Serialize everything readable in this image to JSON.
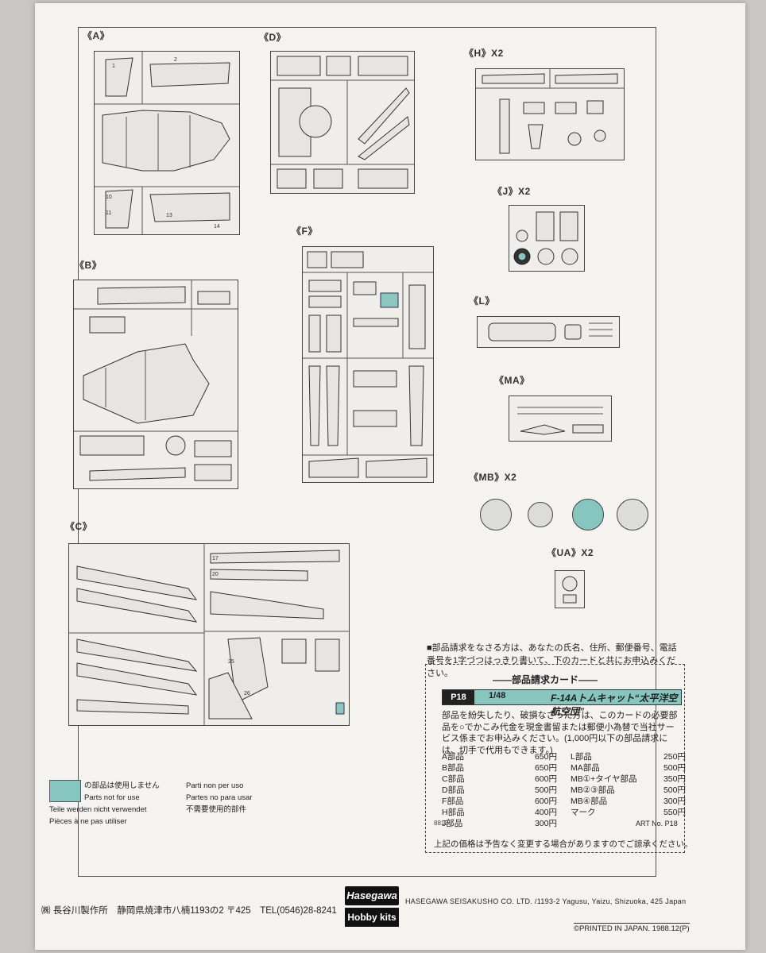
{
  "sections": {
    "A": "《A》",
    "B": "《B》",
    "C": "《C》",
    "D": "《D》",
    "F": "《F》",
    "H": "《H》X2",
    "J": "《J》X2",
    "L": "《L》",
    "MA": "《MA》",
    "MB": "《MB》X2",
    "UA": "《UA》X2"
  },
  "legend": {
    "jp_left": "の部品は使用しません",
    "en": "Parts not for use",
    "de": "Teile werden nicht verwendet",
    "fr": "Pièces à ne pas utiliser",
    "it": "Parti non per uso",
    "es": "Partes no para usar",
    "cn": "不需要使用的部件"
  },
  "order": {
    "notice": "■部品請求をなさる方は、あなたの氏名、住所、郵便番号、電話番号を1字づつはっきり書いて、下のカードと共にお申込みください。",
    "card_title": "――部品請求カード――",
    "code": "P18",
    "scale": "1/48",
    "kit_name": "F-14Aトムキャット“太平洋空航空団”",
    "body": "部品を紛失したり、破損なさった方は、このカードの必要部品を○でかこみ代金を現金書留または郵便小為替で当社サービス係までお申込みください。(1,000円以下の部品請求には、切手で代用もできます。)",
    "prices_left": [
      {
        "part": "A部品",
        "price": "650円"
      },
      {
        "part": "B部品",
        "price": "650円"
      },
      {
        "part": "C部品",
        "price": "600円"
      },
      {
        "part": "D部品",
        "price": "500円"
      },
      {
        "part": "F部品",
        "price": "600円"
      },
      {
        "part": "H部品",
        "price": "400円"
      },
      {
        "part": "J部品",
        "price": "300円"
      }
    ],
    "prices_right": [
      {
        "part": "L部品",
        "price": "250円"
      },
      {
        "part": "MA部品",
        "price": "500円"
      },
      {
        "part": "MB①+タイヤ部品",
        "price": "350円"
      },
      {
        "part": "MB②③部品",
        "price": "500円"
      },
      {
        "part": "MB④部品",
        "price": "300円"
      },
      {
        "part": "マーク",
        "price": "550円"
      }
    ],
    "art_no": "ART No. P18",
    "code_8812": "8812",
    "footnote": "上記の価格は予告なく変更する場合がありますのでご諒承ください。"
  },
  "footer": {
    "jp": "㈱ 長谷川製作所　静岡県焼津市八楠1193の2 〒425　TEL(0546)28-8241",
    "en": "HASEGAWA SEISAKUSHO CO. LTD. /1193-2 Yagusu, Yaizu, Shizuoka, 425 Japan",
    "logo_top": "Hasegawa",
    "logo_bottom": "Hobby kits",
    "printed": "©PRINTED IN JAPAN. 1988.12(P)"
  },
  "colors": {
    "unused_tint": "#86c6be",
    "ink": "#222222",
    "paper": "#f4f3f0"
  }
}
